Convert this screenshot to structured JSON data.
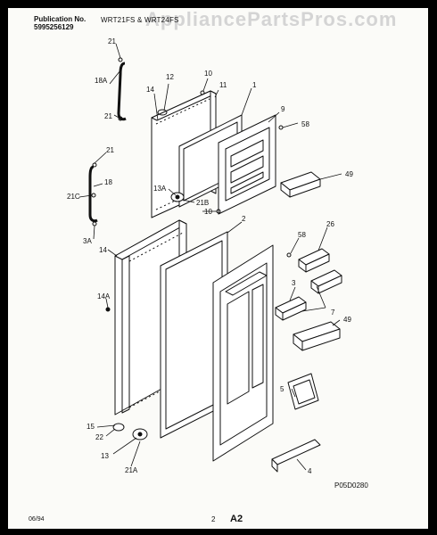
{
  "header": {
    "publication_label": "Publication No.",
    "publication_number": "5995256129",
    "model_line": "WRT21FS & WRT24FS",
    "watermark": "AppliancePartsPros.com"
  },
  "callouts": {
    "c21_top": "21",
    "c12": "12",
    "c10_top": "10",
    "c18a": "18A",
    "c14_top": "14",
    "c11": "11",
    "c1": "1",
    "c9": "9",
    "c58_top": "58",
    "c21_mid": "21",
    "c49_top": "49",
    "c21_upper": "21",
    "c18": "18",
    "c13a": "13A",
    "c21b": "21B",
    "c21c": "21C",
    "c10_mid": "10",
    "c2": "2",
    "c26": "26",
    "c3a": "3A",
    "c14_low": "14",
    "c58_mid": "58",
    "c14a": "14A",
    "c3": "3",
    "c7": "7",
    "c49_low": "49",
    "c5": "5",
    "c15": "15",
    "c22": "22",
    "c13": "13",
    "c21a": "21A",
    "c4": "4"
  },
  "diagram_code": "P05D0280",
  "footer": {
    "date": "06/94",
    "page": "2",
    "section": "A2"
  }
}
